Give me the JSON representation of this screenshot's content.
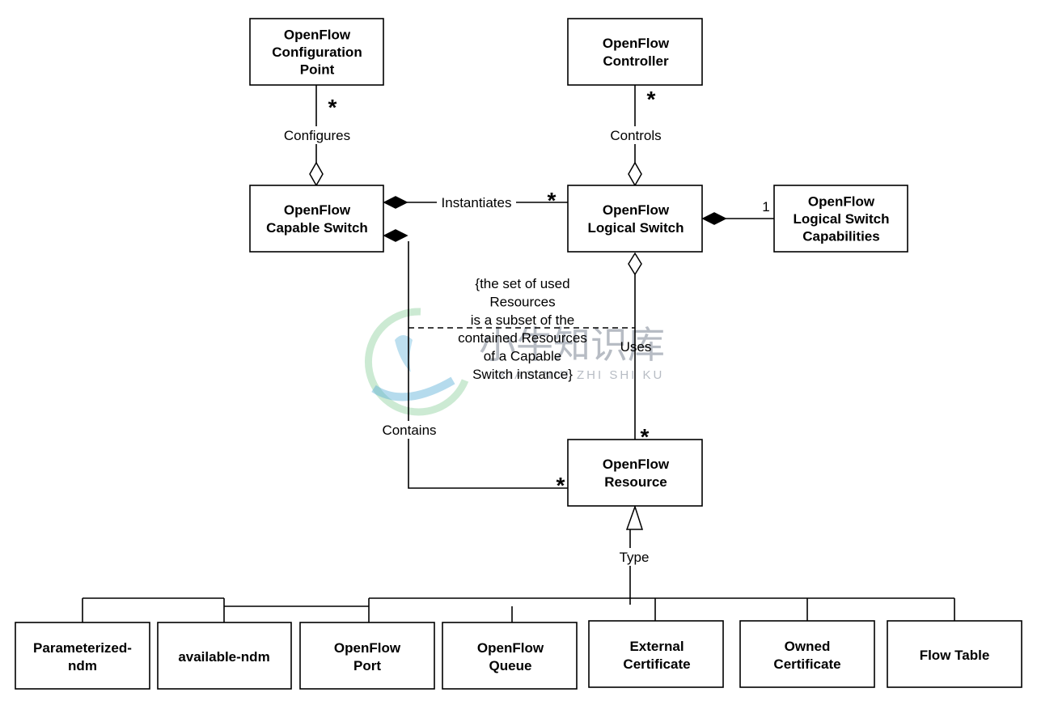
{
  "classes": {
    "config_point": "OpenFlow\nConfiguration\nPoint",
    "controller": "OpenFlow\nController",
    "capable_switch": "OpenFlow\nCapable Switch",
    "logical_switch": "OpenFlow\nLogical Switch",
    "ls_capabilities": "OpenFlow\nLogical Switch\nCapabilities",
    "resource": "OpenFlow\nResource",
    "parameterized_ndm": "Parameterized-\nndm",
    "available_ndm": "available-ndm",
    "port": "OpenFlow\nPort",
    "queue": "OpenFlow\nQueue",
    "external_cert": "External\nCertificate",
    "owned_cert": "Owned\nCertificate",
    "flow_table": "Flow Table"
  },
  "associations": {
    "configures": "Configures",
    "controls": "Controls",
    "instantiates": "Instantiates",
    "contains": "Contains",
    "uses": "Uses",
    "type": "Type"
  },
  "multiplicities": {
    "many": "*",
    "one": "1"
  },
  "constraint": "{the set of used\nResources\nis a subset of the\ncontained Resources\nof a Capable\nSwitch instance}",
  "watermark": {
    "chinese": "小牛知识库",
    "pinyin": "XIAO NIU ZHI SHI KU",
    "colors": {
      "green": "#8fd19e",
      "blue": "#5ab0d6"
    }
  }
}
